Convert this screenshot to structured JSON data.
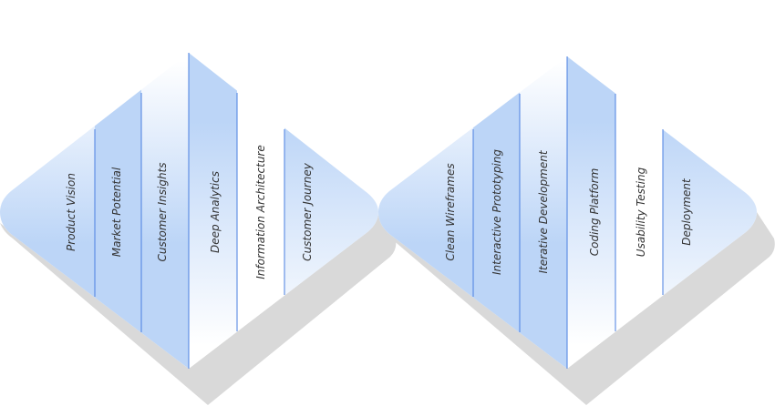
{
  "colors": {
    "band": "#bcd5f7",
    "band_fade": "#ffffff",
    "divider": "#4a7fe0",
    "shadow": "#d9d9d9",
    "label": "#333333"
  },
  "diamonds": [
    {
      "id": "discover-define",
      "stages": [
        {
          "label": "Product Vision"
        },
        {
          "label": "Market Potential"
        },
        {
          "label": "Customer Insights"
        },
        {
          "label": "Deep Analytics"
        },
        {
          "label": "Information Architecture"
        },
        {
          "label": "Customer Journey"
        }
      ]
    },
    {
      "id": "develop-deliver",
      "stages": [
        {
          "label": "Clean Wireframes"
        },
        {
          "label": "Interactive Prototyping"
        },
        {
          "label": "Iterative Development"
        },
        {
          "label": "Coding Platform"
        },
        {
          "label": "Usability Testing"
        },
        {
          "label": "Deployment"
        }
      ]
    }
  ]
}
